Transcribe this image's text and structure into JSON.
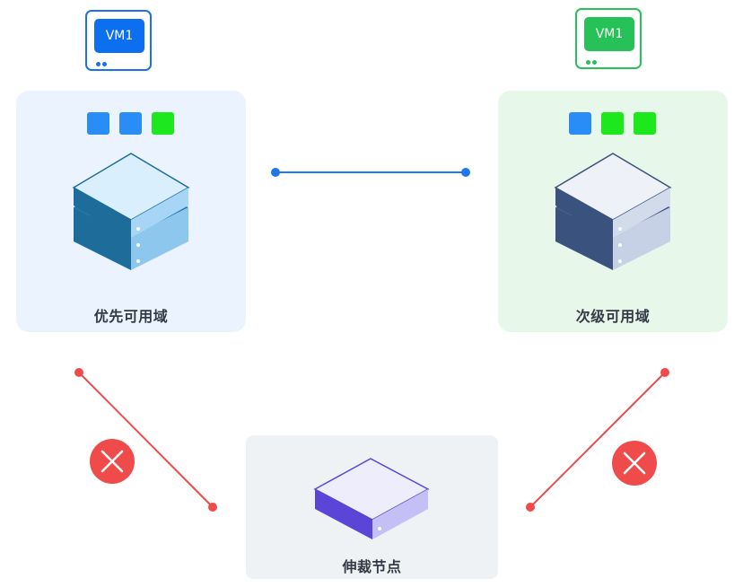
{
  "vms": {
    "primary_vm": {
      "label": "VM1",
      "color": "#0c6ff0"
    },
    "secondary_vm": {
      "label": "VM1",
      "color": "#26c257"
    }
  },
  "zones": {
    "primary": {
      "label": "优先可用域",
      "bg": "#ebf4fe",
      "squares": [
        "#2a8cf7",
        "#2a8cf7",
        "#1de71d"
      ]
    },
    "secondary": {
      "label": "次级可用域",
      "bg": "#e7f7ea",
      "squares": [
        "#2a8cf7",
        "#1de71d",
        "#1de71d"
      ]
    },
    "witness": {
      "label": "伸裁节点",
      "bg": "#eff2f5"
    }
  },
  "links": {
    "replication": {
      "color": "#1e78ec"
    },
    "broken": {
      "color": "#f04b4b"
    }
  },
  "icons": {
    "primary_server": "server-stack-icon",
    "secondary_server": "server-stack-icon",
    "witness_server": "server-node-icon",
    "broken_link": "close-icon"
  }
}
